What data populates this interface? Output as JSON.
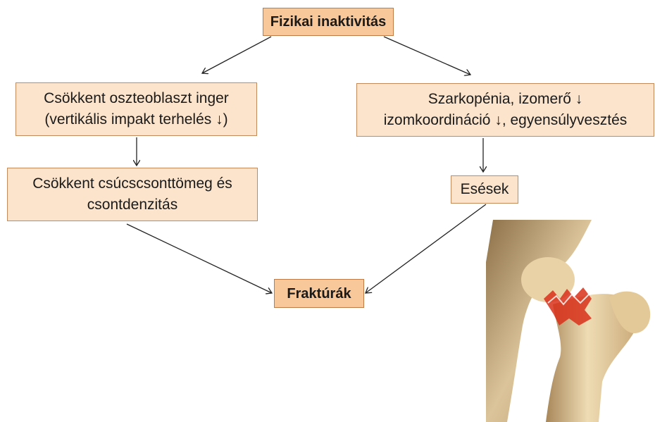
{
  "nodes": {
    "inactivity": "Fizikai inaktivitás",
    "osteoblast": [
      "Csökkent oszteoblaszt inger",
      "(vertikális impakt terhelés ↓)"
    ],
    "sarcopenia": [
      "Szarkopénia, izomerő ↓",
      "izomkoordináció ↓, egyensúlyvesztés"
    ],
    "bonemass": [
      "Csökkent csúcscsonttömeg és",
      "csontdenzitás"
    ],
    "falls": "Esések",
    "fractures": "Fraktúrák"
  },
  "colors": {
    "box_fill": "#fce4cc",
    "accent_fill": "#f8c89a",
    "arrow": "#222222",
    "fracture_red": "#d8301a"
  },
  "image": {
    "subject": "hip-fracture-illustration"
  }
}
